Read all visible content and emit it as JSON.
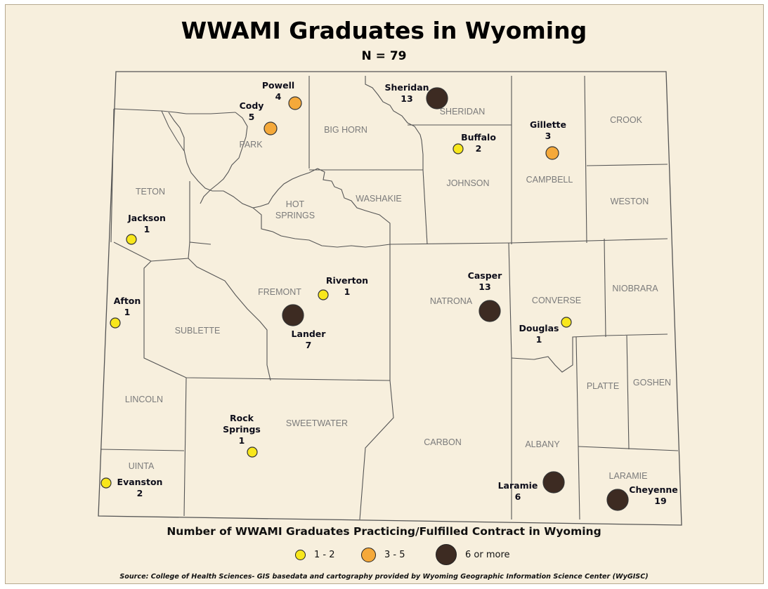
{
  "title": "WWAMI Graduates in Wyoming",
  "subtitle": "N = 79",
  "colors": {
    "background": "#f7efdd",
    "small": "#f8e71c",
    "medium": "#f5a93a",
    "large": "#3d2b22",
    "border": "#555555"
  },
  "counties": {
    "park": "PARK",
    "big_horn": "BIG HORN",
    "sheridan": "SHERIDAN",
    "campbell": "CAMPBELL",
    "crook": "CROOK",
    "teton": "TETON",
    "johnson": "JOHNSON",
    "washakie": "WASHAKIE",
    "hot_springs_1": "HOT",
    "hot_springs_2": "SPRINGS",
    "weston": "WESTON",
    "fremont": "FREMONT",
    "natrona": "NATRONA",
    "converse": "CONVERSE",
    "niobrara": "NIOBRARA",
    "sublette": "SUBLETTE",
    "lincoln": "LINCOLN",
    "sweetwater": "SWEETWATER",
    "carbon": "CARBON",
    "albany": "ALBANY",
    "platte": "PLATTE",
    "goshen": "GOSHEN",
    "uinta": "UINTA",
    "laramie": "LARAMIE"
  },
  "cities": [
    {
      "name": "Powell",
      "count": "4",
      "category": "medium"
    },
    {
      "name": "Cody",
      "count": "5",
      "category": "medium"
    },
    {
      "name": "Sheridan",
      "count": "13",
      "category": "large"
    },
    {
      "name": "Buffalo",
      "count": "2",
      "category": "small"
    },
    {
      "name": "Gillette",
      "count": "3",
      "category": "medium"
    },
    {
      "name": "Jackson",
      "count": "1",
      "category": "small"
    },
    {
      "name": "Riverton",
      "count": "1",
      "category": "small"
    },
    {
      "name": "Casper",
      "count": "13",
      "category": "large"
    },
    {
      "name": "Afton",
      "count": "1",
      "category": "small"
    },
    {
      "name": "Lander",
      "count": "7",
      "category": "large"
    },
    {
      "name": "Douglas",
      "count": "1",
      "category": "small"
    },
    {
      "name": "Rock",
      "count": "",
      "category": "label"
    },
    {
      "name": "Springs",
      "count": "1",
      "category": "small"
    },
    {
      "name": "Evanston",
      "count": "2",
      "category": "small"
    },
    {
      "name": "Laramie",
      "count": "6",
      "category": "large"
    },
    {
      "name": "Cheyenne",
      "count": "19",
      "category": "large"
    }
  ],
  "legend": {
    "title": "Number of WWAMI Graduates Practicing/Fulfilled Contract in Wyoming",
    "items": [
      {
        "label": "1 - 2",
        "category": "small"
      },
      {
        "label": "3 - 5",
        "category": "medium"
      },
      {
        "label": "6 or more",
        "category": "large"
      }
    ]
  },
  "source": "Source: College of Health Sciences- GIS basedata and cartography provided by Wyoming Geographic Information Science Center (WyGISC)"
}
